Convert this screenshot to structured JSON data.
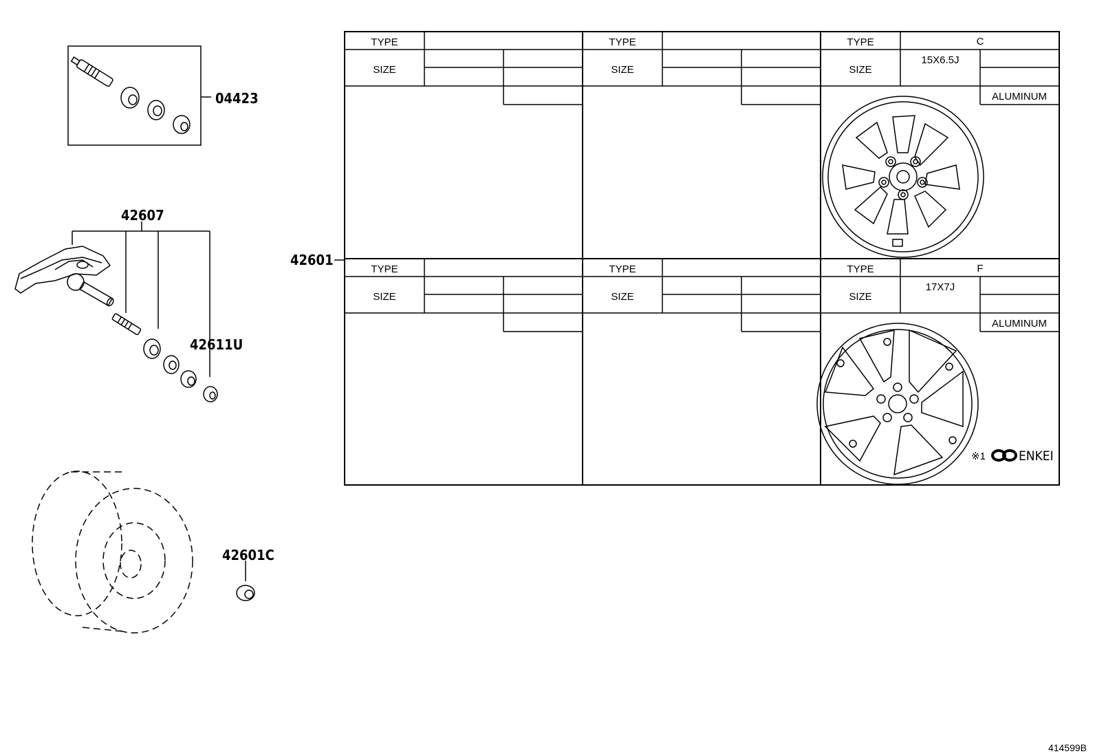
{
  "diagram_id": "414599B",
  "part_labels": {
    "valve_kit": "04423",
    "tpms_sensor": "42607",
    "valve_cap": "42611U",
    "wheel": "42601",
    "hub_nut": "42601C"
  },
  "table": {
    "type_label": "TYPE",
    "size_label": "SIZE",
    "wheel_c": {
      "type": "C",
      "size": "15X6.5J",
      "material": "ALUMINUM"
    },
    "wheel_f": {
      "type": "F",
      "size": "17X7J",
      "material": "ALUMINUM"
    }
  },
  "enkei_mark": {
    "note": "※1",
    "brand": "ENKEI"
  },
  "colors": {
    "line": "#000000",
    "background": "#ffffff"
  }
}
